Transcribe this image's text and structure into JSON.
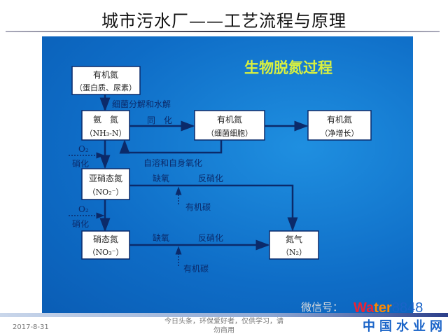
{
  "slide": {
    "title": "城市污水厂——工艺流程与原理",
    "date": "2017-8-31",
    "footer_note_line1": "今日头条，环保爱好者，仅供学习，请",
    "footer_note_line2": "勿商用",
    "watermark_wechat": "微信号：",
    "watermark_brand_a": "Wa",
    "watermark_brand_b": "ter",
    "watermark_brand_c": "8848",
    "watermark_cn": "中国水业网"
  },
  "diagram": {
    "heading": "生物脱氮过程",
    "nodes": {
      "organic_n": {
        "name": "有机氮",
        "sub": "（蛋白质、尿素）"
      },
      "ammonia": {
        "name": "氨　氮",
        "sub": "（NH₃-N）"
      },
      "cell_n": {
        "name": "有机氮",
        "sub": "（细菌细胞）"
      },
      "net_n": {
        "name": "有机氮",
        "sub": "（净增长）"
      },
      "nitrite": {
        "name": "亚硝态氮",
        "sub": "（NO₂⁻）"
      },
      "nitrate": {
        "name": "硝态氮",
        "sub": "（NO₃⁻）"
      },
      "nitrogen": {
        "name": "氮气",
        "sub": "（N₂）"
      }
    },
    "labels": {
      "decompose": "细菌分解和水解",
      "assimilation": "同　化",
      "autolysis": "自溶和自身氧化",
      "o2_1": "O₂",
      "nitrify_1": "硝化",
      "o2_2": "O₂",
      "nitrify_2": "硝化",
      "anoxic_1": "缺氧",
      "denit_1": "反硝化",
      "carbon_1": "有机碳",
      "anoxic_2": "缺氧",
      "denit_2": "反硝化",
      "carbon_2": "有机碳"
    }
  }
}
